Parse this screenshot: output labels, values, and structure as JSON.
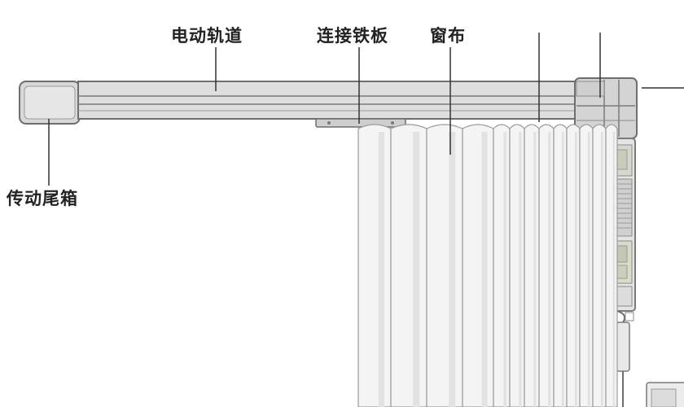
{
  "labels": {
    "track": "电动轨道",
    "plate": "连接铁板",
    "curtain": "窗布",
    "end_box": "传动尾箱"
  },
  "colors": {
    "rail_fill": "#dcdcdc",
    "rail_stroke": "#6e6e6e",
    "curtain_fill": "#f4f4f4",
    "curtain_stroke": "#9a9a9a",
    "leader": "#333333"
  }
}
